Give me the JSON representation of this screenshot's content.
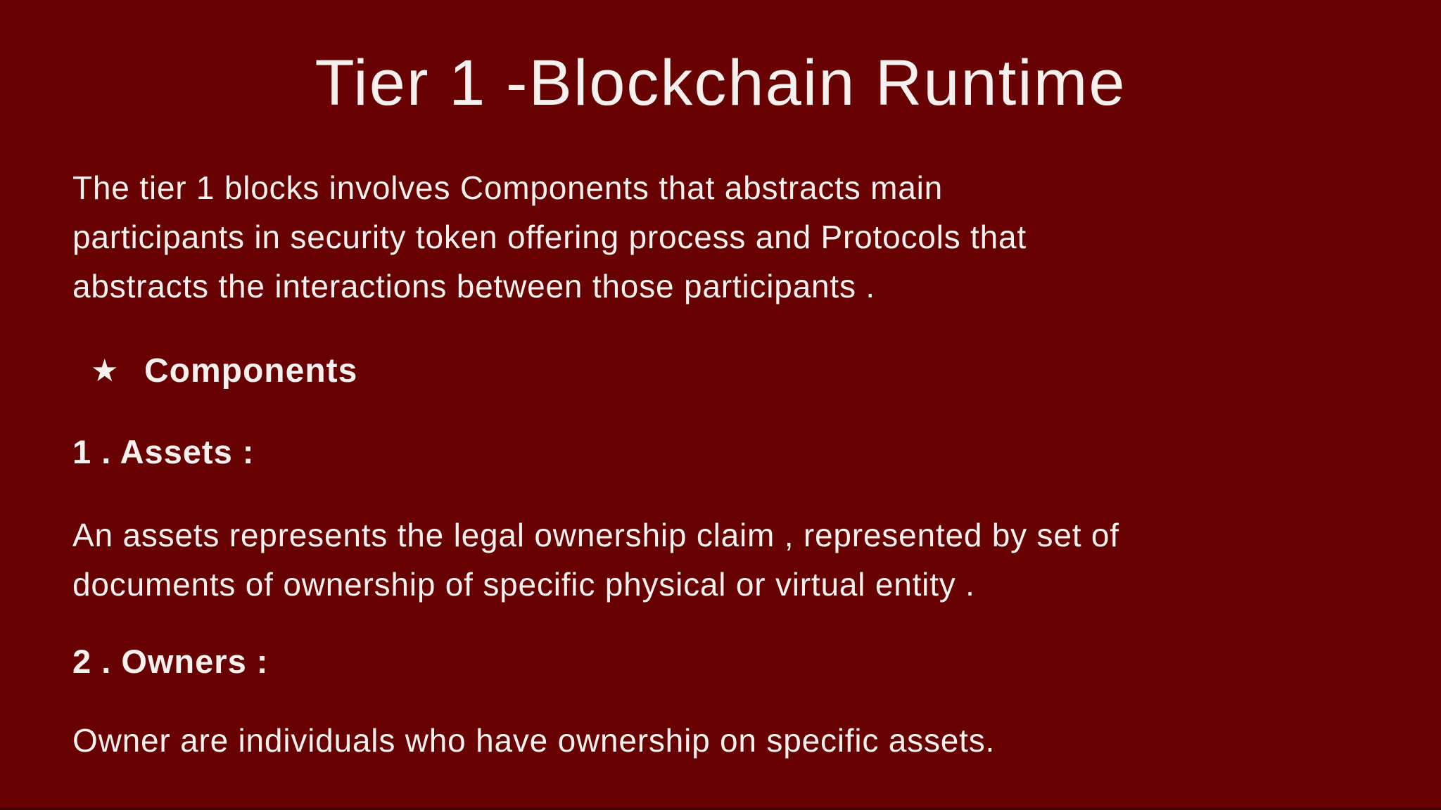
{
  "slide": {
    "background_color": "#680202",
    "text_color": "#F6F1EF",
    "title": "Tier 1 -Blockchain Runtime",
    "intro_lines": [
      "The tier 1 blocks involves Components that abstracts main",
      "participants in security token offering process and Protocols that",
      "abstracts the interactions between those participants ."
    ],
    "components": {
      "bullet_icon": "star-icon",
      "bullet_glyph": "★",
      "heading": "Components"
    },
    "items": [
      {
        "label": "1 . Assets :",
        "description_lines": [
          "An assets represents the legal ownership claim , represented by set of",
          "documents of ownership of specific physical or virtual entity ."
        ]
      },
      {
        "label": "2 . Owners :",
        "description_lines": [
          "Owner are individuals who have ownership on specific assets."
        ]
      }
    ]
  }
}
